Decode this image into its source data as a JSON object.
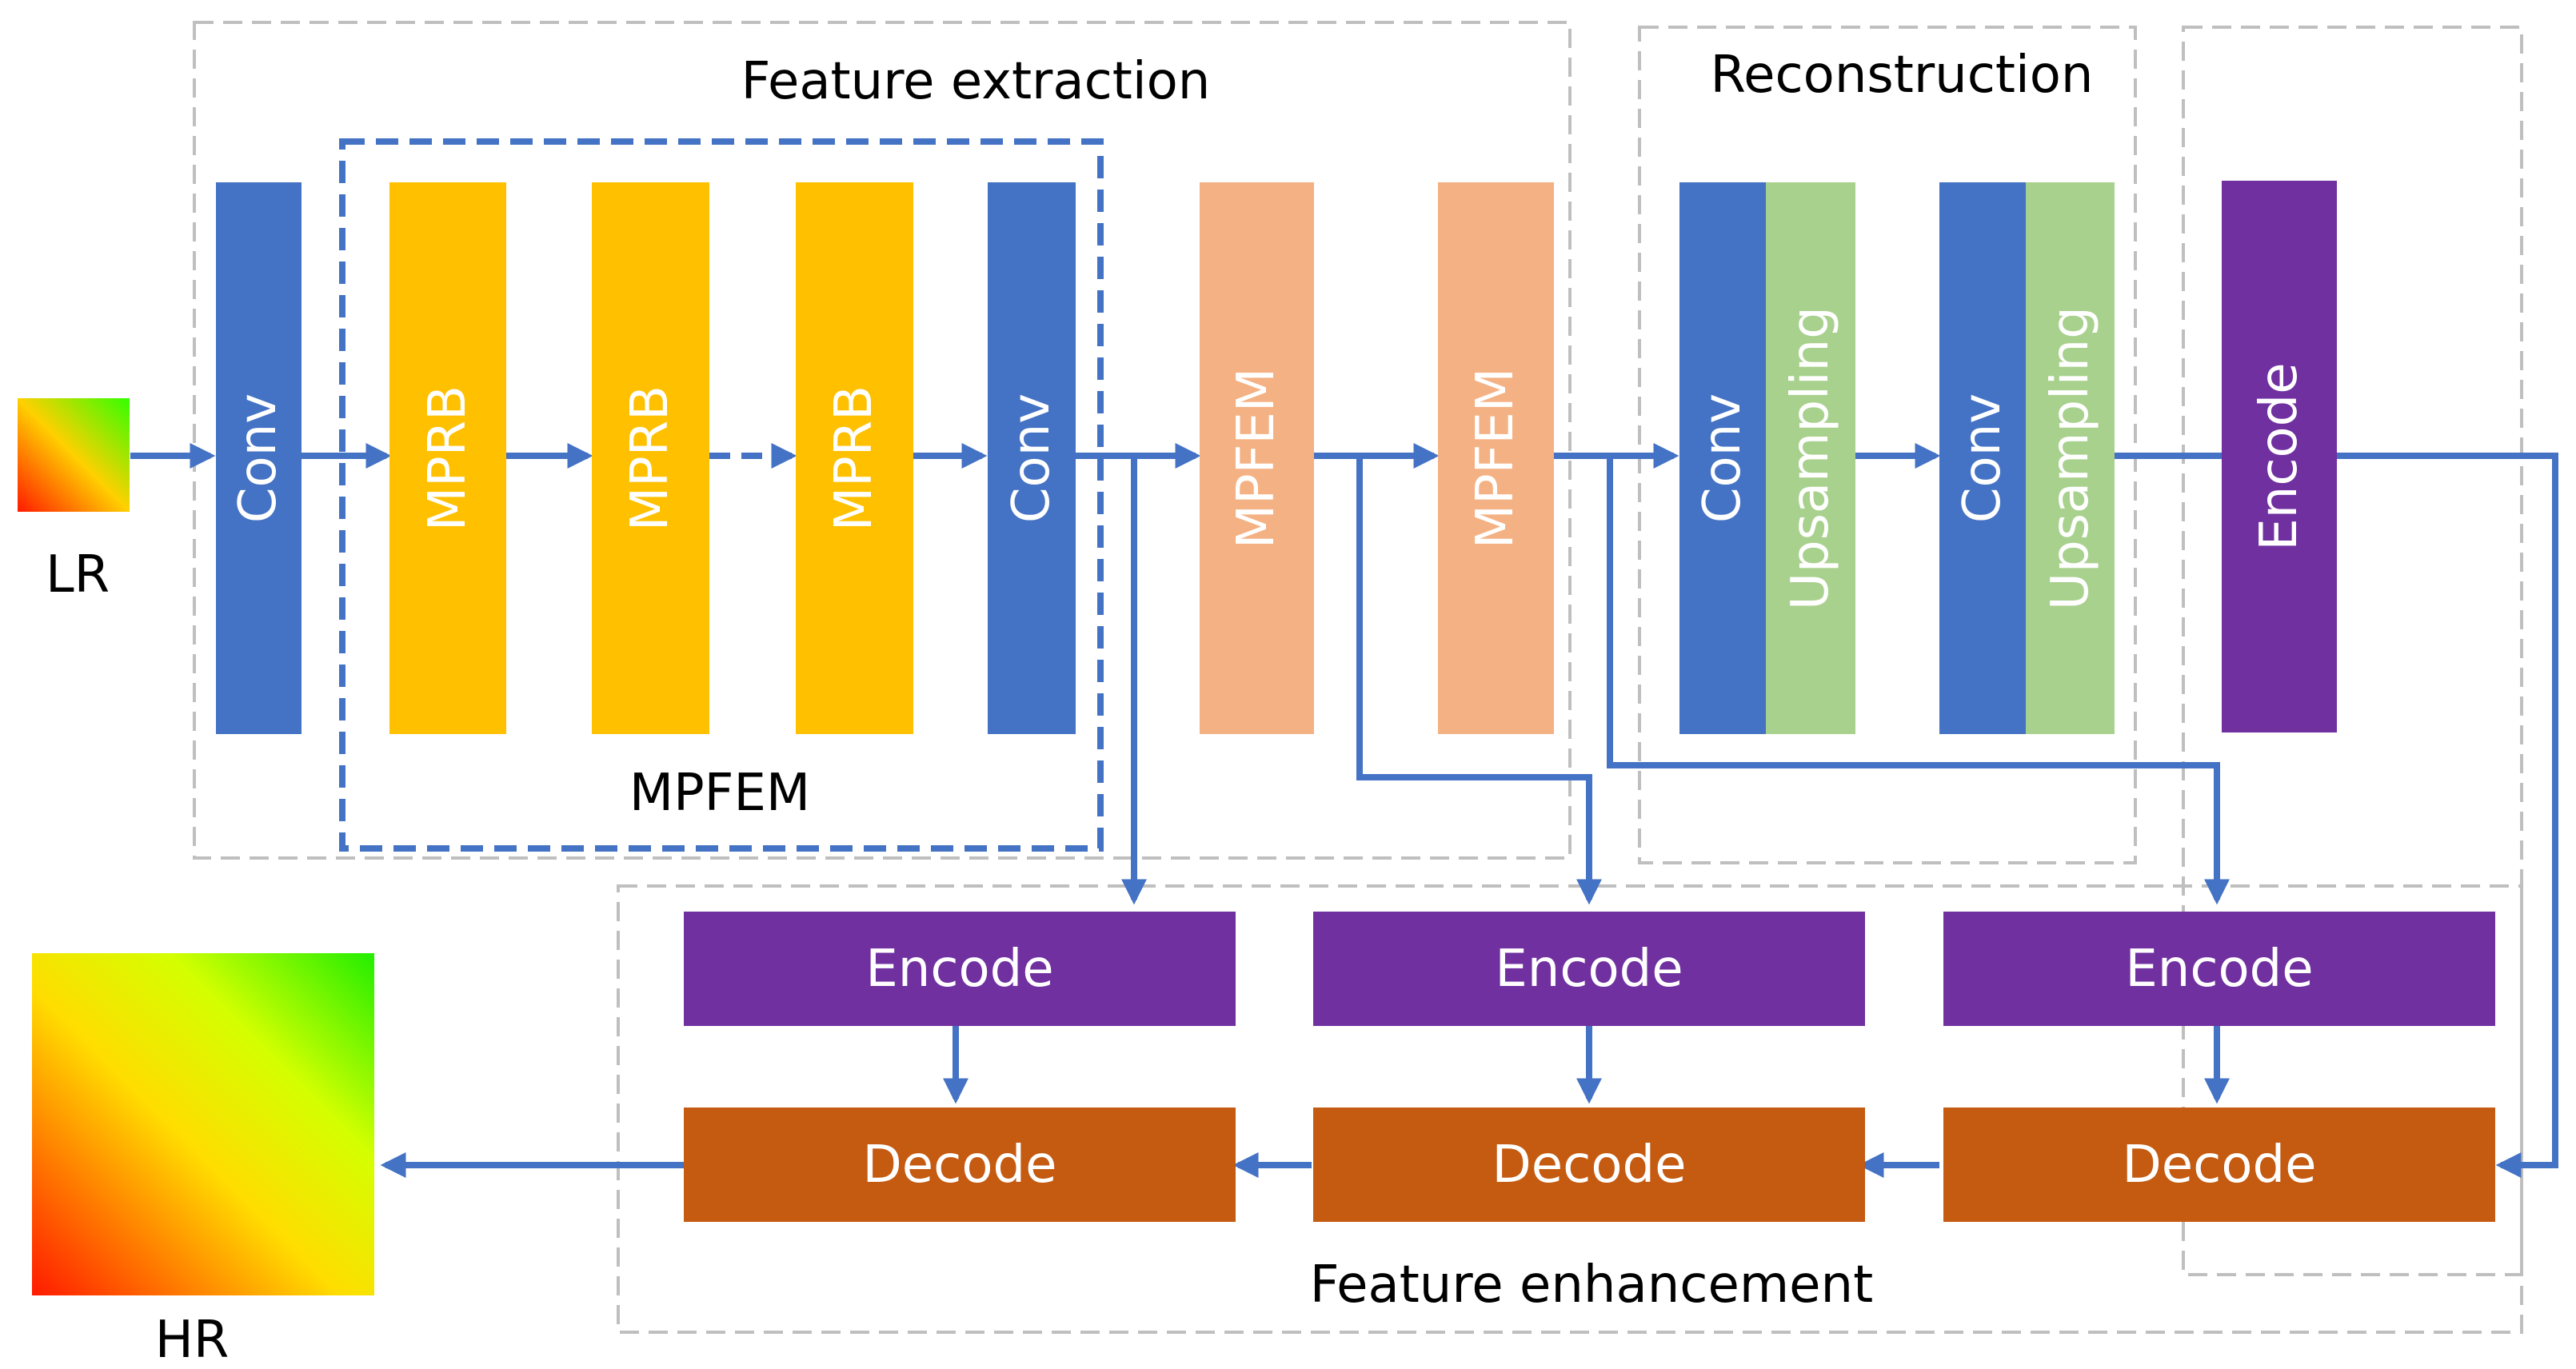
{
  "labels": {
    "input": "LR",
    "output": "HR",
    "groups": {
      "feature_extraction": "Feature extraction",
      "reconstruction": "Reconstruction",
      "mpfem_inner": "MPFEM",
      "feature_enhancement": "Feature enhancement"
    },
    "blocks": {
      "conv1": "Conv",
      "mprb1": "MPRB",
      "mprb2": "MPRB",
      "mprb3": "MPRB",
      "conv2": "Conv",
      "mpfem1": "MPFEM",
      "mpfem2": "MPFEM",
      "recon_conv1": "Conv",
      "recon_up1": "Upsampling",
      "recon_conv2": "Conv",
      "recon_up2": "Upsampling",
      "encode_top": "Encode",
      "encode1": "Encode",
      "encode2": "Encode",
      "encode3": "Encode",
      "decode1": "Decode",
      "decode2": "Decode",
      "decode3": "Decode"
    }
  },
  "colors": {
    "conv": "#4472C4",
    "mprb": "#FFC000",
    "mpfem": "#F4B183",
    "upsampling": "#A9D18E",
    "encode": "#7030A0",
    "decode": "#C55A11",
    "arrow": "#4472C4",
    "group_border": "#BFBFBF",
    "mpfem_border": "#4472C4"
  }
}
